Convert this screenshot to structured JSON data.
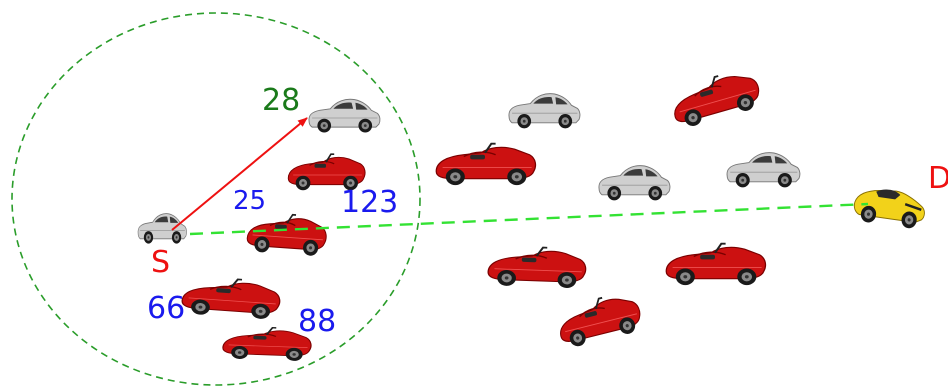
{
  "labels": {
    "source": "S",
    "destination": "D",
    "selected_next_hop": "28",
    "neighbor_a": "25",
    "neighbor_b": "123",
    "neighbor_c": "66",
    "neighbor_d": "88"
  },
  "colors": {
    "range_circle": "#2a9d2a",
    "direct_line": "#33e233",
    "forward_arrow": "#ee1111",
    "source_label": "#ee1111",
    "destination_label": "#ee1111",
    "selected_label": "#1a7a1a",
    "neighbor_labels": "#1a1aee",
    "convertible_body": "#cc1111",
    "sedan_body": "#cfcfcf",
    "destination_car_body": "#f2d21a"
  },
  "icons": {
    "convertible": "red-convertible-car-icon",
    "sedan": "silver-sedan-car-icon",
    "sports_car": "yellow-sports-car-icon"
  }
}
